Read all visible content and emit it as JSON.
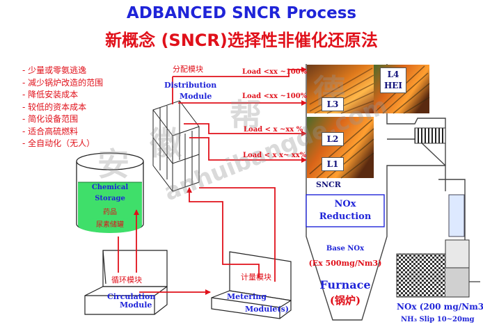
{
  "title_en": "ADBANCED SNCR Process",
  "title_cn": "新概念 (SNCR)选择性非催化还原法",
  "bullets": [
    "少量或零氨逃逸",
    "减少锅炉改造的范围",
    "降低安装成本",
    "较低的资本成本",
    "简化设备范围",
    "适合高硫燃料",
    "全自动化（无人）"
  ],
  "distribution": {
    "cn": "分配模块",
    "en1": "Distribution",
    "en2": "Module"
  },
  "loads": [
    "Load <xx ~100%",
    "Load <xx ~100%",
    "Load < x ~xx %",
    "Load < x x~ xx%"
  ],
  "levels": {
    "l1": "L1",
    "l2": "L2",
    "l3": "L3",
    "l4": "L4",
    "hei": "HEI"
  },
  "sncr": "SNCR",
  "storage": {
    "en1": "Chemical",
    "en2": "Storage",
    "cn1": "药品",
    "cn2": "尿素储罐"
  },
  "circulation": {
    "cn": "循环模块",
    "en1": "Circulation",
    "en2": "Module"
  },
  "metering": {
    "cn": "计量模块",
    "en1": "Metering",
    "en2": "Module(s)"
  },
  "reduction": {
    "l1": "NOx",
    "l2": "Reduction"
  },
  "furnace": {
    "base": "Base NOx",
    "ex": "(Ex  500mg/Nm3)",
    "name": "Furnace",
    "cn": "(锅炉)"
  },
  "outlet": {
    "nox": "NOx (200 mg/Nm3)",
    "slip": "NH₃ Slip 10~20mg"
  },
  "watermark": {
    "chars": [
      "安",
      "徽",
      "帮",
      "德"
    ],
    "url": "anhuibangde.com"
  },
  "colors": {
    "red": "#e0101a",
    "blue": "#1f24d8",
    "green": "#3fdf6a"
  }
}
